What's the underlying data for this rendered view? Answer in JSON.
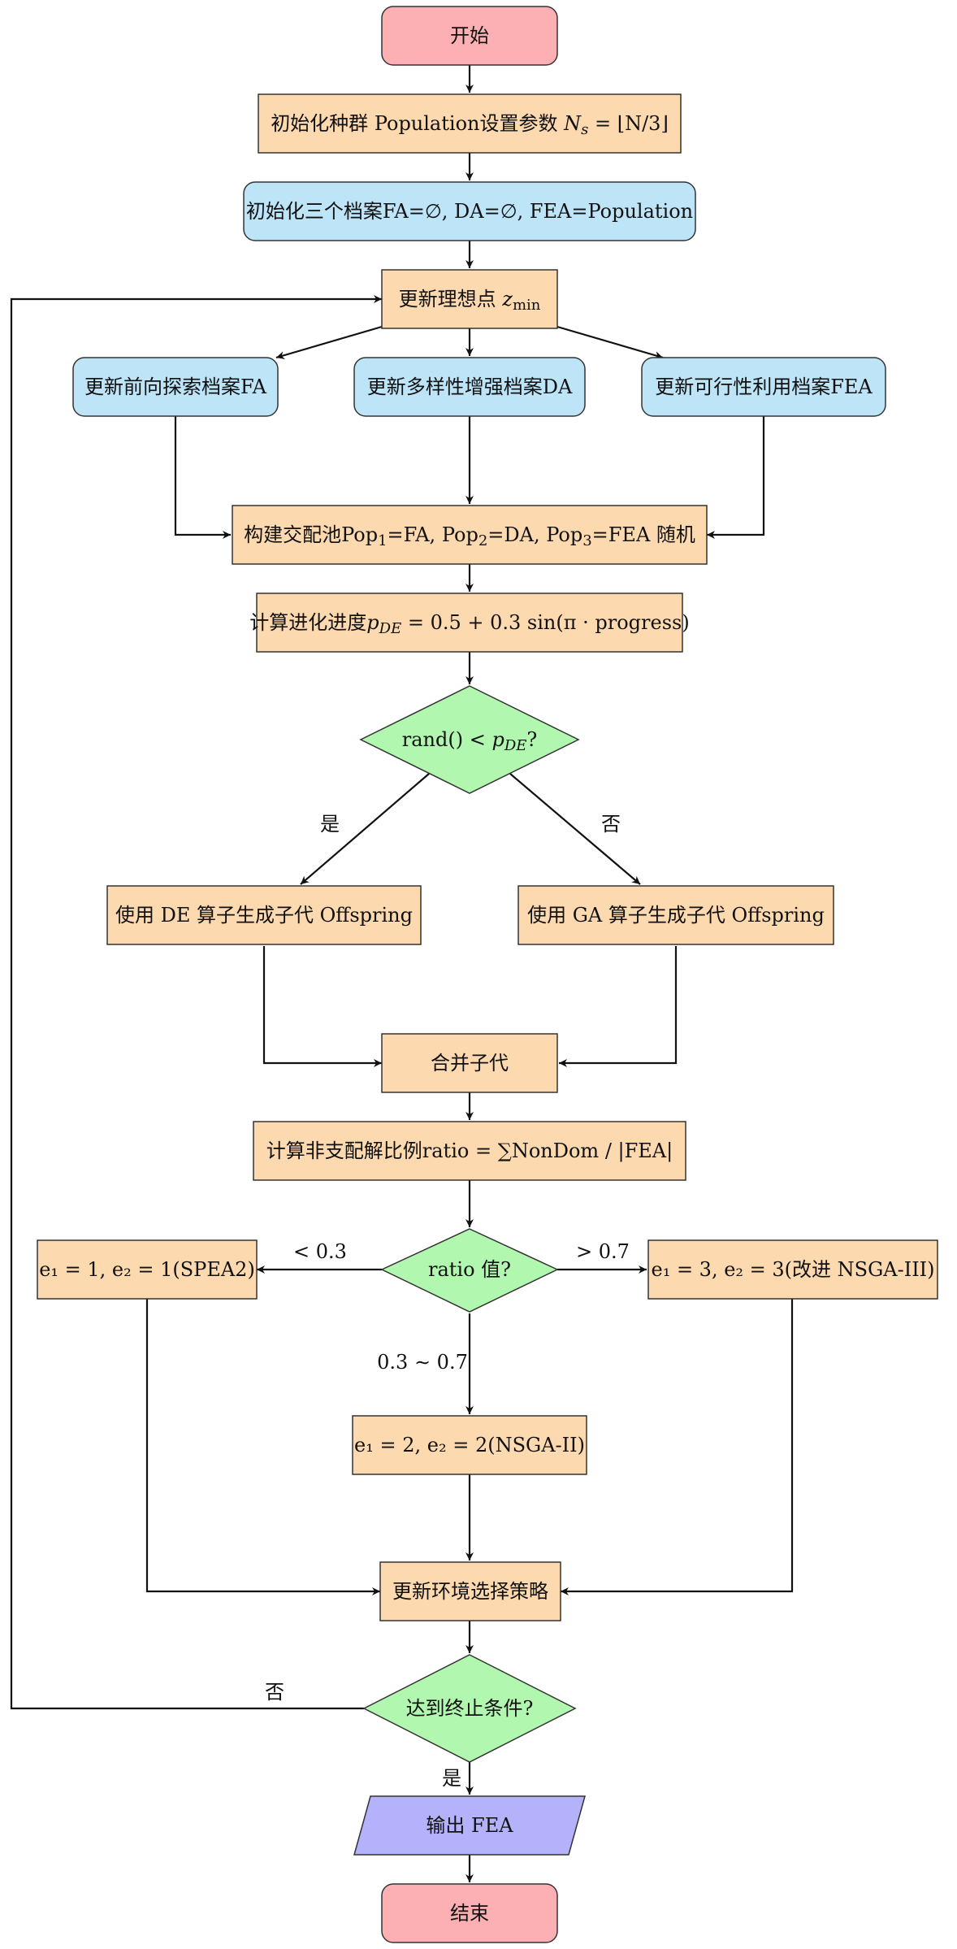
{
  "colors": {
    "terminal": "#fdb0b3",
    "process": "#fdd9b0",
    "archive": "#bde4f7",
    "decision": "#b2f7b0",
    "io": "#b3b2fb",
    "stroke": "#333333",
    "line": "#111111"
  },
  "nodes": {
    "start": {
      "label": "开始"
    },
    "init_pop": {
      "prefix": "初始化种群 Population设置参数 ",
      "formula_n": "N",
      "formula_s": "s",
      "formula_rest": " = ⌊N/3⌋"
    },
    "init_archives": {
      "label": "初始化三个档案FA=∅, DA=∅, FEA=Population"
    },
    "update_ideal": {
      "prefix": "更新理想点 ",
      "formula_z": "z",
      "formula_sub": "min"
    },
    "update_fa": {
      "label": "更新前向探索档案FA"
    },
    "update_da": {
      "label": "更新多样性增强档案DA"
    },
    "update_fea": {
      "label": "更新可行性利用档案FEA"
    },
    "mating_pool": {
      "p1": "构建交配池Pop",
      "s1": "1",
      "p2": "=FA, Pop",
      "s2": "2",
      "p3": "=DA, Pop",
      "s3": "3",
      "p4": "=FEA 随机"
    },
    "progress": {
      "prefix": "计算进化进度",
      "p": "p",
      "sub": "DE",
      "rest": " = 0.5 + 0.3 sin(π · progress)"
    },
    "decision_rand": {
      "prefix": "rand() < ",
      "p": "p",
      "sub": "DE",
      "suffix": "?"
    },
    "de_offspring": {
      "label": "使用 DE 算子生成子代 Offspring"
    },
    "ga_offspring": {
      "label": "使用 GA 算子生成子代 Offspring"
    },
    "merge": {
      "label": "合并子代"
    },
    "ratio": {
      "label": "计算非支配解比例ratio = ∑NonDom / |FEA|"
    },
    "ratio_decision": {
      "label": "ratio 值?"
    },
    "spea2": {
      "label": "e₁ = 1, e₂ = 1(SPEA2)"
    },
    "nsga3": {
      "label": "e₁ = 3, e₂ = 3(改进 NSGA-III)"
    },
    "nsga2": {
      "label": "e₁ = 2, e₂ = 2(NSGA-II)"
    },
    "env_select": {
      "label": "更新环境选择策略"
    },
    "terminate": {
      "label": "达到终止条件?"
    },
    "output": {
      "label": "输出 FEA"
    },
    "end": {
      "label": "结束"
    }
  },
  "edge_labels": {
    "yes_left": "是",
    "no_right": "否",
    "lt": "< 0.3",
    "gt": "> 0.7",
    "mid": "0.3 ∼ 0.7",
    "loop_no": "否",
    "done_yes": "是"
  }
}
